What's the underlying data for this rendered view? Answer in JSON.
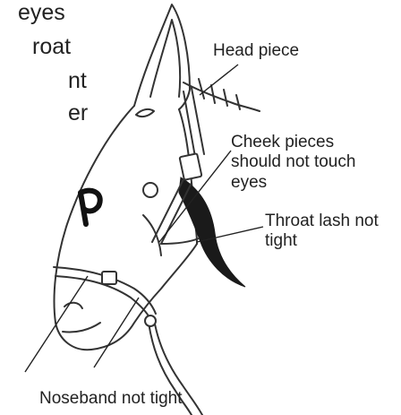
{
  "left_text_fragments": [
    "eyes",
    "roat",
    "nt",
    "er"
  ],
  "labels": {
    "head_piece": "Head piece",
    "cheek_pieces": "Cheek pieces should not touch eyes",
    "throat_lash": "Throat lash not tight",
    "noseband": "Noseband not tight"
  },
  "colors": {
    "ink": "#222222",
    "line": "#333333",
    "background": "#ffffff"
  }
}
